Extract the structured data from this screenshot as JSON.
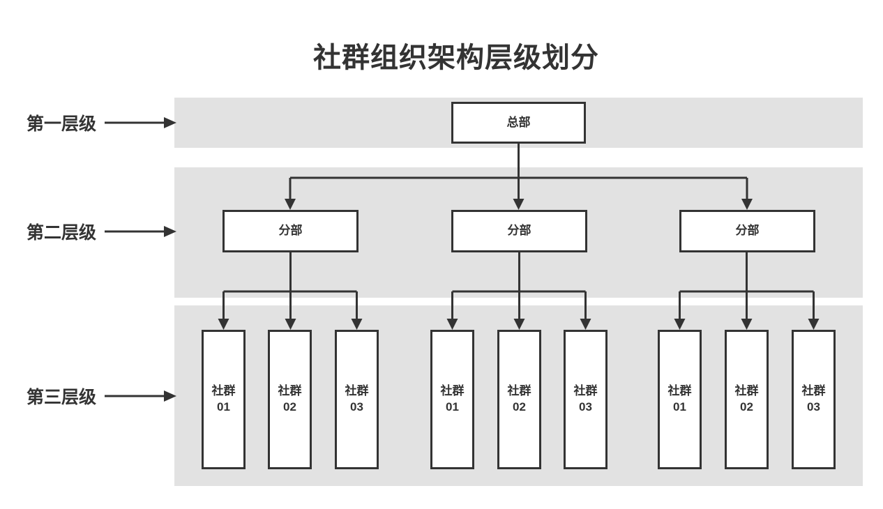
{
  "title": "社群组织架构层级划分",
  "row_labels": [
    {
      "label": "第一层级"
    },
    {
      "label": "第二层级"
    },
    {
      "label": "第三层级"
    }
  ],
  "org": {
    "level1": {
      "label": "总部"
    },
    "level2": [
      {
        "label": "分部"
      },
      {
        "label": "分部"
      },
      {
        "label": "分部"
      }
    ],
    "level3": [
      {
        "name": "社群",
        "num": "01"
      },
      {
        "name": "社群",
        "num": "02"
      },
      {
        "name": "社群",
        "num": "03"
      },
      {
        "name": "社群",
        "num": "01"
      },
      {
        "name": "社群",
        "num": "02"
      },
      {
        "name": "社群",
        "num": "03"
      },
      {
        "name": "社群",
        "num": "01"
      },
      {
        "name": "社群",
        "num": "02"
      },
      {
        "name": "社群",
        "num": "03"
      }
    ]
  },
  "colors": {
    "band_background": "#e2e2e2",
    "line": "#333333",
    "box_border": "#333333",
    "box_background": "#ffffff",
    "text": "#333333"
  }
}
